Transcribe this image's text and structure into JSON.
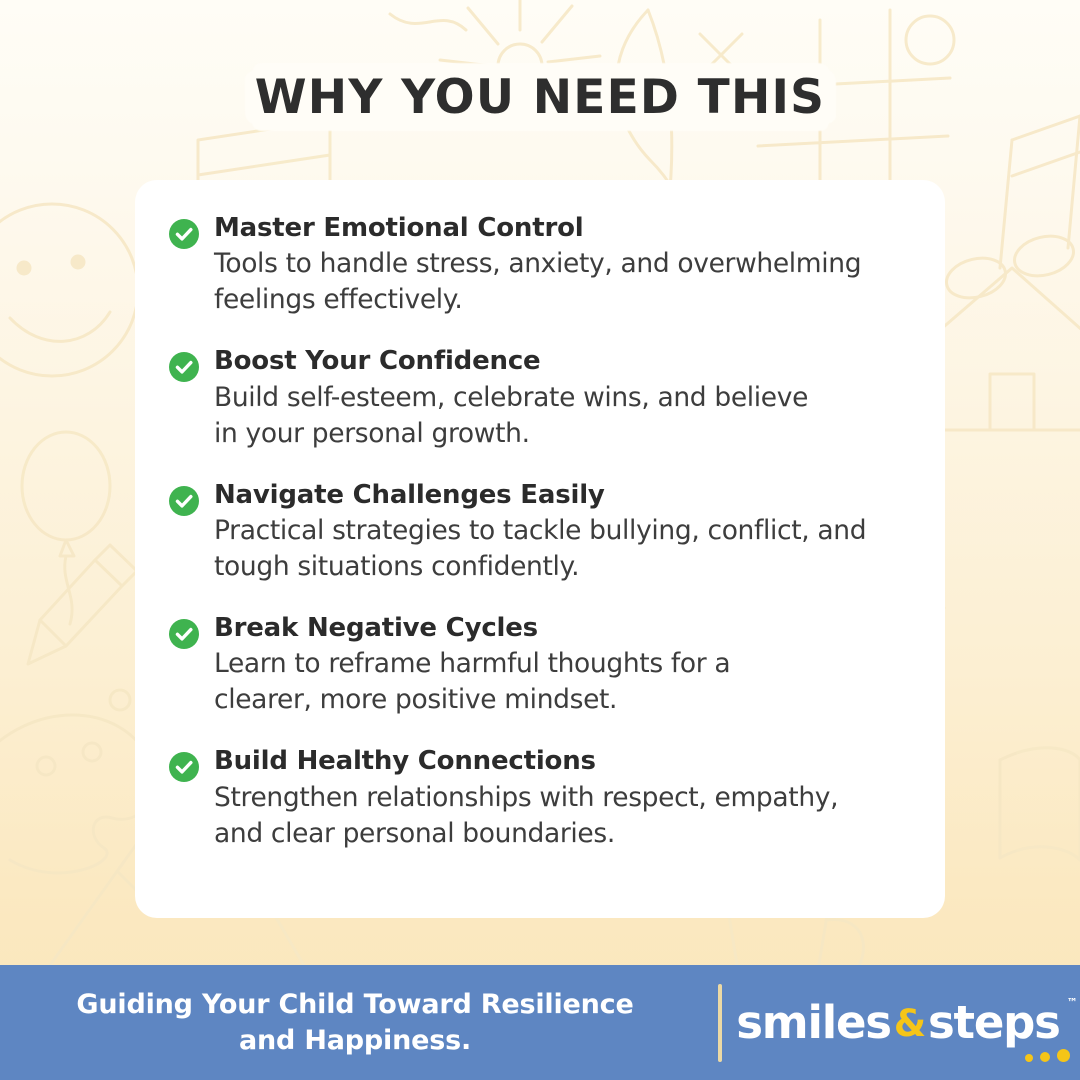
{
  "page": {
    "title": "WHY YOU NEED THIS"
  },
  "colors": {
    "check_green": "#3fb34f",
    "footer_blue": "#5e86c2",
    "accent_yellow": "#f5c518",
    "card_white": "#ffffff",
    "heading_dark": "#2e2e2e",
    "body_text": "#3d3d3d",
    "divider_cream": "#ecd9a4"
  },
  "benefits": [
    {
      "icon": "check-circle-icon",
      "title": "Master Emotional Control",
      "desc_line1": "Tools to handle stress, anxiety, and overwhelming",
      "desc_line2": "feelings effectively."
    },
    {
      "icon": "check-circle-icon",
      "title": "Boost Your Confidence",
      "desc_line1": "Build self-esteem, celebrate wins, and believe",
      "desc_line2": "in your personal growth."
    },
    {
      "icon": "check-circle-icon",
      "title": "Navigate Challenges Easily",
      "desc_line1": "Practical strategies to tackle bullying, conflict, and",
      "desc_line2": "tough situations confidently."
    },
    {
      "icon": "check-circle-icon",
      "title": "Break Negative Cycles",
      "desc_line1": "Learn to reframe harmful thoughts for a",
      "desc_line2": "clearer, more positive mindset."
    },
    {
      "icon": "check-circle-icon",
      "title": "Build Healthy Connections",
      "desc_line1": "Strengthen relationships with respect, empathy,",
      "desc_line2": "and clear personal boundaries."
    }
  ],
  "footer": {
    "tagline_line1": "Guiding Your Child Toward Resilience",
    "tagline_line2": "and Happiness.",
    "logo": {
      "word1": "smiles",
      "ampersand": "&",
      "word2": "steps",
      "trademark": "™"
    }
  }
}
